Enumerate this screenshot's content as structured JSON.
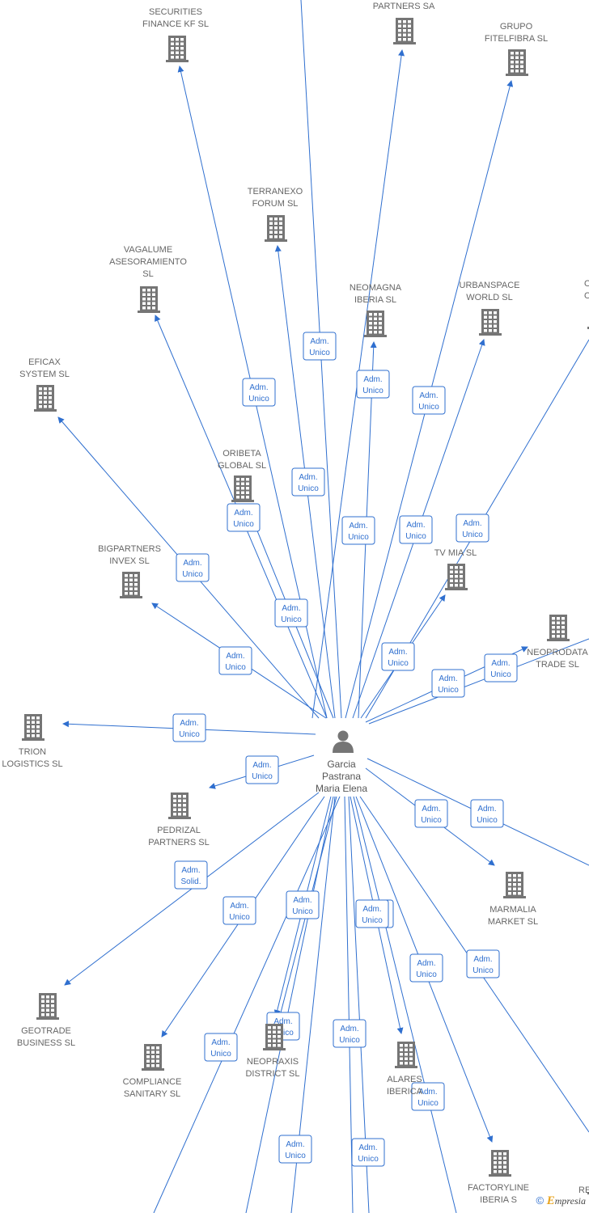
{
  "colors": {
    "edge": "#2f6fcf",
    "building": "#757575",
    "person": "#757575",
    "label": "#666666"
  },
  "center": {
    "name_lines": [
      "Garcia",
      "Pastrana",
      "Maria Elena"
    ],
    "icon": "person-icon"
  },
  "companies": [
    {
      "id": "securities",
      "lines": [
        "SECURITIES",
        "FINANCE KF  SL"
      ]
    },
    {
      "id": "partners",
      "lines": [
        "PARTNERS SA"
      ]
    },
    {
      "id": "grupo",
      "lines": [
        "GRUPO",
        "FITELFIBRA  SL"
      ]
    },
    {
      "id": "terranexo",
      "lines": [
        "TERRANEXO",
        "FORUM  SL"
      ]
    },
    {
      "id": "vagalume",
      "lines": [
        "VAGALUME",
        "ASESORAMIENTO",
        "SL"
      ]
    },
    {
      "id": "neomagna",
      "lines": [
        "NEOMAGNA",
        "IBERIA  SL"
      ]
    },
    {
      "id": "urbanspace",
      "lines": [
        "URBANSPACE",
        "WORLD  SL"
      ]
    },
    {
      "id": "oc",
      "lines": [
        "O",
        "OC"
      ]
    },
    {
      "id": "eficax",
      "lines": [
        "EFICAX",
        "SYSTEM SL"
      ]
    },
    {
      "id": "oribeta",
      "lines": [
        "ORIBETA",
        "GLOBAL  SL"
      ]
    },
    {
      "id": "bigpartners",
      "lines": [
        "BIGPARTNERS",
        "INVEX  SL"
      ]
    },
    {
      "id": "tvmia",
      "lines": [
        "TV MIA  SL"
      ]
    },
    {
      "id": "neoprodata",
      "lines": [
        "NEOPRODATA",
        "TRADE  SL"
      ]
    },
    {
      "id": "trion",
      "lines": [
        "TRION",
        "LOGISTICS  SL"
      ]
    },
    {
      "id": "pedrizal",
      "lines": [
        "PEDRIZAL",
        "PARTNERS  SL"
      ]
    },
    {
      "id": "marmalia",
      "lines": [
        "MARMALIA",
        "MARKET  SL"
      ]
    },
    {
      "id": "geotrade",
      "lines": [
        "GEOTRADE",
        "BUSINESS  SL"
      ]
    },
    {
      "id": "compliance",
      "lines": [
        "COMPLIANCE",
        "SANITARY  SL"
      ]
    },
    {
      "id": "neopraxis",
      "lines": [
        "NEOPRAXIS",
        "DISTRICT  SL"
      ]
    },
    {
      "id": "alares",
      "lines": [
        "ALARES",
        "IBERICA"
      ]
    },
    {
      "id": "factoryline",
      "lines": [
        "FACTORYLINE",
        "IBERIA  S"
      ]
    },
    {
      "id": "re",
      "lines": [
        "RE"
      ]
    }
  ],
  "edge_labels": [
    [
      "Adm.",
      "Unico"
    ],
    [
      "Adm.",
      "Unico"
    ],
    [
      "Adm.",
      "Unico"
    ],
    [
      "Adm.",
      "Unico"
    ],
    [
      "Adm.",
      "Unico"
    ],
    [
      "Adm.",
      "Unico"
    ],
    [
      "Adm.",
      "Unico"
    ],
    [
      "Adm.",
      "Unico"
    ],
    [
      "Adm.",
      "Unico"
    ],
    [
      "Adm.",
      "Unico"
    ],
    [
      "Adm.",
      "Unico"
    ],
    [
      "Adm.",
      "Unico"
    ],
    [
      "Adm.",
      "Unico"
    ],
    [
      "Adm.",
      "Unico"
    ],
    [
      "Adm.",
      "Unico"
    ],
    [
      "Adm.",
      "Unico"
    ],
    [
      "Adm.",
      "Unico"
    ],
    [
      "Adm.",
      "Unico"
    ],
    [
      "Adm.",
      "Solid."
    ],
    [
      "Adm.",
      "Unico"
    ],
    [
      "Adm.",
      "Unico"
    ],
    [
      "Adm.",
      "Unico"
    ],
    [
      "Adm.",
      "Unico"
    ],
    [
      "Adm.",
      "Unico"
    ],
    [
      "Adm.",
      "Unico"
    ],
    [
      "Adm.",
      "Unico"
    ],
    [
      "Adm.",
      "Unico"
    ],
    [
      "Adm.",
      "Unico"
    ],
    [
      "Adm.",
      "Unico"
    ],
    [
      "Adm.",
      "Unico"
    ],
    [
      "Adm.",
      "Unico"
    ],
    [
      "Adm.",
      "Unico"
    ]
  ],
  "footer": {
    "copyright": "©",
    "brand_initial": "E",
    "brand_rest": "mpresia"
  }
}
